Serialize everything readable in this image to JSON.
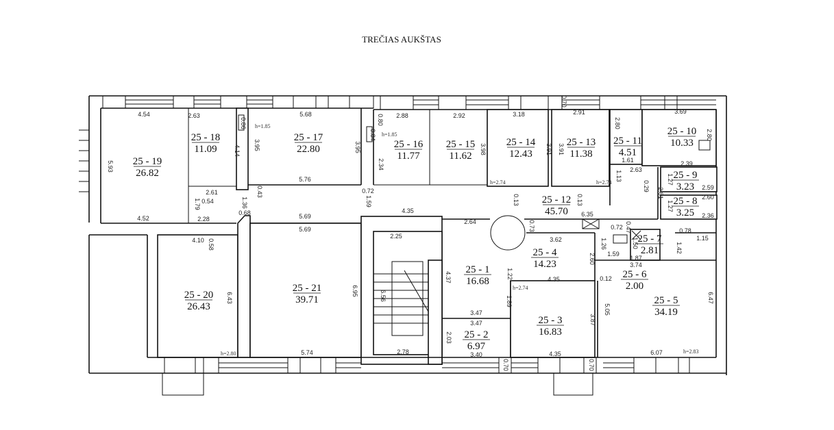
{
  "title": "TREČIAS AUKŠTAS",
  "rooms": [
    {
      "id": "25 - 19",
      "area": "26.82"
    },
    {
      "id": "25 - 18",
      "area": "11.09"
    },
    {
      "id": "25 - 17",
      "area": "22.80"
    },
    {
      "id": "25 - 16",
      "area": "11.77"
    },
    {
      "id": "25 - 15",
      "area": "11.62"
    },
    {
      "id": "25 - 14",
      "area": "12.43"
    },
    {
      "id": "25 - 13",
      "area": "11.38"
    },
    {
      "id": "25 - 11",
      "area": "4.51"
    },
    {
      "id": "25 - 10",
      "area": "10.33"
    },
    {
      "id": "25 - 9",
      "area": "3.23"
    },
    {
      "id": "25 - 8",
      "area": "3.25"
    },
    {
      "id": "25 - 12",
      "area": "45.70"
    },
    {
      "id": "25 - 4",
      "area": "14.23"
    },
    {
      "id": "25 - 6",
      "area": "2.00"
    },
    {
      "id": "25 - 7",
      "area": "2.81"
    },
    {
      "id": "25 - 5",
      "area": "34.19"
    },
    {
      "id": "25 - 3",
      "area": "16.83"
    },
    {
      "id": "25 - 1",
      "area": "16.68"
    },
    {
      "id": "25 - 2",
      "area": "6.97"
    },
    {
      "id": "25 - 20",
      "area": "26.43"
    },
    {
      "id": "25 - 21",
      "area": "39.71"
    }
  ],
  "dimensions": [
    "4.54",
    "2.63",
    "5.68",
    "2.88",
    "2.92",
    "3.18",
    "2.91",
    "3.69",
    "5.93",
    "4.14",
    "3.95",
    "3.95",
    "0.86",
    "0.80",
    "0.84",
    "2.34",
    "3.98",
    "3.91",
    "3.91",
    "0.70",
    "2.80",
    "2.80",
    "1.61",
    "2.63",
    "1.13",
    "0.29",
    "2.81",
    "2.39",
    "1.27",
    "2.59",
    "2.60",
    "1.27",
    "2.36",
    "2.61",
    "0.54",
    "5.76",
    "0.43",
    "0.72",
    "1.59",
    "1.79",
    "1.36",
    "4.52",
    "2.28",
    "0.68",
    "5.69",
    "5.69",
    "4.35",
    "2.64",
    "0.13",
    "0.13",
    "6.35",
    "0.73",
    "4.10",
    "0.58",
    "6.43",
    "2.25",
    "4.37",
    "6.56",
    "6.95",
    "1.22",
    "1.89",
    "3.47",
    "3.47",
    "2.03",
    "3.40",
    "5.74",
    "2.78",
    "0.70",
    "0.70",
    "4.35",
    "3.62",
    "2.60",
    "4.35",
    "3.87",
    "0.72",
    "0.47",
    "1.26",
    "1.59",
    "1.50",
    "1.87",
    "3.74",
    "1.42",
    "0.78",
    "1.15",
    "0.12",
    "5.05",
    "6.47",
    "6.07"
  ],
  "heights": [
    "h=1.85",
    "h=1.85",
    "h=2.74",
    "h=2.74",
    "h=2.74",
    "h=2.80",
    "h=2.83"
  ]
}
